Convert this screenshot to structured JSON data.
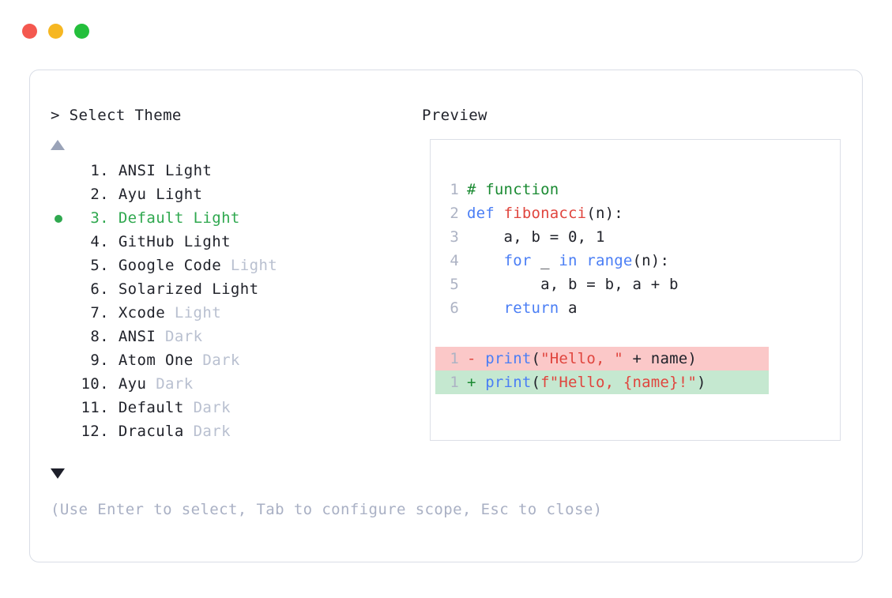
{
  "window": {
    "traffic_lights": [
      {
        "name": "close-button",
        "color": "#f4584f"
      },
      {
        "name": "minimize-button",
        "color": "#f6b722"
      },
      {
        "name": "maximize-button",
        "color": "#24bf3c"
      }
    ]
  },
  "prompt": {
    "marker": ">",
    "title": "Select Theme",
    "full_title": "> Select Theme"
  },
  "preview": {
    "title": "Preview"
  },
  "scroll": {
    "up_arrow": "▲",
    "down_arrow": "▼"
  },
  "theme_list": {
    "selected_index": 3,
    "items": [
      {
        "index": "1.",
        "name": "ANSI",
        "variant": "Light",
        "variant_dim": false,
        "selected": false
      },
      {
        "index": "2.",
        "name": "Ayu",
        "variant": "Light",
        "variant_dim": false,
        "selected": false
      },
      {
        "index": "3.",
        "name": "Default",
        "variant": "Light",
        "variant_dim": false,
        "selected": true
      },
      {
        "index": "4.",
        "name": "GitHub",
        "variant": "Light",
        "variant_dim": false,
        "selected": false
      },
      {
        "index": "5.",
        "name": "Google Code",
        "variant": "Light",
        "variant_dim": true,
        "selected": false
      },
      {
        "index": "6.",
        "name": "Solarized",
        "variant": "Light",
        "variant_dim": false,
        "selected": false
      },
      {
        "index": "7.",
        "name": "Xcode",
        "variant": "Light",
        "variant_dim": true,
        "selected": false
      },
      {
        "index": "8.",
        "name": "ANSI",
        "variant": "Dark",
        "variant_dim": true,
        "selected": false
      },
      {
        "index": "9.",
        "name": "Atom One",
        "variant": "Dark",
        "variant_dim": true,
        "selected": false
      },
      {
        "index": "10.",
        "name": "Ayu",
        "variant": "Dark",
        "variant_dim": true,
        "selected": false
      },
      {
        "index": "11.",
        "name": "Default",
        "variant": "Dark",
        "variant_dim": true,
        "selected": false
      },
      {
        "index": "12.",
        "name": "Dracula",
        "variant": "Dark",
        "variant_dim": true,
        "selected": false
      }
    ]
  },
  "code_preview": {
    "lines": [
      {
        "number": "1",
        "tokens": [
          {
            "text": "# function",
            "type": "comment"
          }
        ]
      },
      {
        "number": "2",
        "tokens": [
          {
            "text": "def ",
            "type": "keyword"
          },
          {
            "text": "fibonacci",
            "type": "func"
          },
          {
            "text": "(n):",
            "type": "plain"
          }
        ]
      },
      {
        "number": "3",
        "tokens": [
          {
            "text": "    a, b = 0, 1",
            "type": "plain"
          }
        ]
      },
      {
        "number": "4",
        "tokens": [
          {
            "text": "    ",
            "type": "plain"
          },
          {
            "text": "for",
            "type": "keyword"
          },
          {
            "text": " _ ",
            "type": "plain"
          },
          {
            "text": "in ",
            "type": "keyword"
          },
          {
            "text": "range",
            "type": "builtin"
          },
          {
            "text": "(n):",
            "type": "plain"
          }
        ]
      },
      {
        "number": "5",
        "tokens": [
          {
            "text": "        a, b = b, a + b",
            "type": "plain"
          }
        ]
      },
      {
        "number": "6",
        "tokens": [
          {
            "text": "    ",
            "type": "plain"
          },
          {
            "text": "return",
            "type": "keyword"
          },
          {
            "text": " a",
            "type": "plain"
          }
        ]
      }
    ],
    "diff": [
      {
        "number": "1",
        "marker": "-",
        "kind": "removed",
        "tokens": [
          {
            "text": "print",
            "type": "builtin"
          },
          {
            "text": "(",
            "type": "plain"
          },
          {
            "text": "\"Hello, \"",
            "type": "string"
          },
          {
            "text": " + name)",
            "type": "plain"
          }
        ]
      },
      {
        "number": "1",
        "marker": "+",
        "kind": "added",
        "tokens": [
          {
            "text": "print",
            "type": "builtin"
          },
          {
            "text": "(",
            "type": "plain"
          },
          {
            "text": "f\"Hello, {name}!\"",
            "type": "string"
          },
          {
            "text": ")",
            "type": "plain"
          }
        ]
      }
    ]
  },
  "footer": {
    "hint": "(Use Enter to select, Tab to configure scope, Esc to close)"
  },
  "colors": {
    "accent_green": "#2fa84f",
    "dim_text": "#b9c0d0",
    "text": "#21232b",
    "diff_removed_bg": "#fbc8c8",
    "diff_added_bg": "#c5e8d0"
  }
}
